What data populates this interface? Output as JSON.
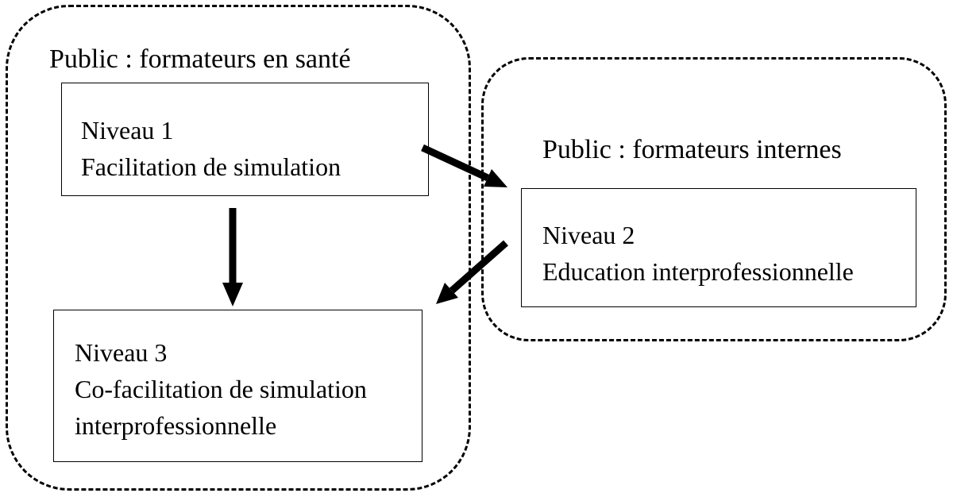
{
  "groups": {
    "left_title": "Public : formateurs en santé",
    "right_title": "Public : formateurs internes"
  },
  "boxes": {
    "level1": {
      "line1": "Niveau 1",
      "line2": "Facilitation de simulation"
    },
    "level2": {
      "line1": "Niveau 2",
      "line2": "Education interprofessionnelle"
    },
    "level3": {
      "line1": "Niveau 3",
      "line2": "Co-facilitation de simulation",
      "line3": "interprofessionnelle"
    }
  },
  "colors": {
    "stroke": "#000000",
    "background": "#ffffff"
  }
}
